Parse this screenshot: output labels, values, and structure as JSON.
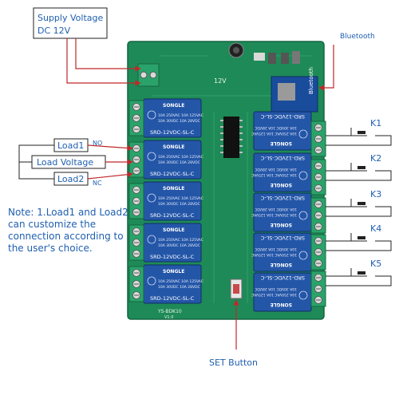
{
  "supply_box": {
    "line1": "Supply Voltage",
    "line2": "DC 12V"
  },
  "bluetooth_label": "Bluetooth",
  "set_button_label": "SET Button",
  "load_labels": {
    "load1": "Load1",
    "load_voltage": "Load Voltage",
    "load2": "Load2"
  },
  "contact_labels": {
    "no": "NO",
    "nc": "NC"
  },
  "note": {
    "line1": "Note: 1.Load1 and Load2",
    "line2": "can customize the",
    "line3": "connection  according to",
    "line4": "the user's choice."
  },
  "switches": [
    "K1",
    "K2",
    "K3",
    "K4",
    "K5"
  ],
  "relay": {
    "brand": "SONGLE",
    "model": "SRD-12VDC-SL-C",
    "rating1": "10A 250VAC  10A 125VAC",
    "rating2": "10A 30VDC  10A 28VDC"
  },
  "board": {
    "silk_12v": "12V",
    "silk_bluetooth": "Bluetooth",
    "silk_model": "YS-BDK10",
    "silk_version": "V1.0"
  },
  "colors": {
    "board": "#1e8a57",
    "relay": "#2456a8",
    "terminal": "#29a36a",
    "arrow": "#c0282a",
    "label_blue": "#1f5fb0"
  }
}
